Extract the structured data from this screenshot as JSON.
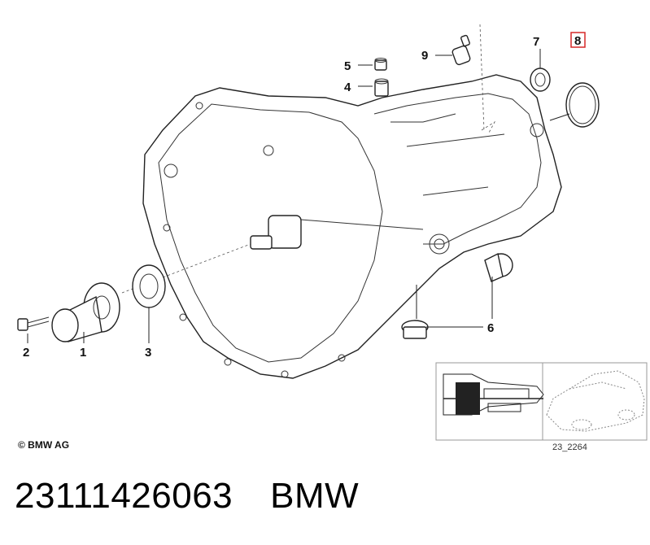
{
  "callouts": {
    "c1": "1",
    "c2": "2",
    "c3": "3",
    "c4": "4",
    "c5": "5",
    "c6": "6",
    "c7": "7",
    "c8": "8",
    "c9": "9"
  },
  "highlight_color": "#d62828",
  "copyright": "© BMW AG",
  "diagram_ref": "23_2264",
  "caption": {
    "part_number": "23111426063",
    "brand": "BMW"
  }
}
